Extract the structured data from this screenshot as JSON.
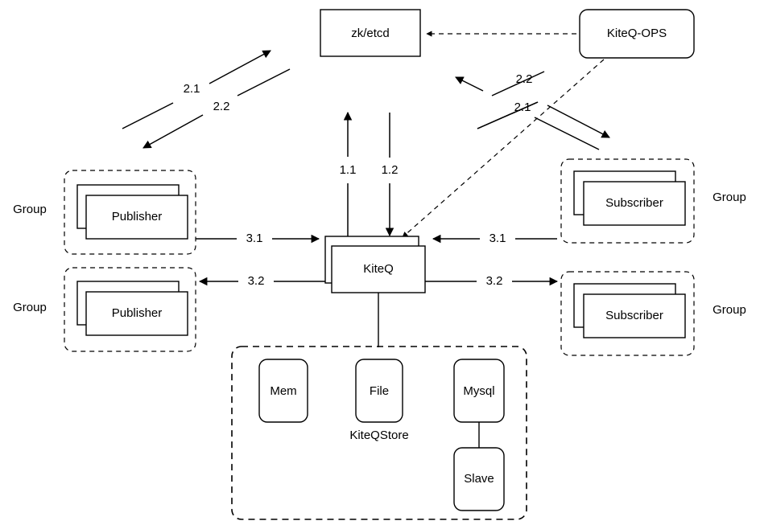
{
  "diagram": {
    "title": "KiteQ architecture diagram",
    "colors": {
      "stroke": "#000000",
      "background": "#ffffff",
      "text": "#000000"
    },
    "nodes": {
      "registry": {
        "label": "zk/etcd",
        "shape": "rectangle"
      },
      "ops": {
        "label": "KiteQ-OPS",
        "shape": "rounded-rectangle"
      },
      "broker": {
        "label": "KiteQ",
        "shape": "stacked-rectangle"
      },
      "publisher_top": {
        "label": "Publisher",
        "shape": "stacked-rectangle"
      },
      "publisher_bottom": {
        "label": "Publisher",
        "shape": "stacked-rectangle"
      },
      "subscriber_top": {
        "label": "Subscriber",
        "shape": "stacked-rectangle"
      },
      "subscriber_bottom": {
        "label": "Subscriber",
        "shape": "stacked-rectangle"
      },
      "store_mem": {
        "label": "Mem",
        "shape": "rounded-rectangle"
      },
      "store_file": {
        "label": "File",
        "shape": "rounded-rectangle"
      },
      "store_mysql": {
        "label": "Mysql",
        "shape": "rounded-rectangle"
      },
      "store_slave": {
        "label": "Slave",
        "shape": "rounded-rectangle"
      }
    },
    "groups": {
      "publisher_top": {
        "label": "Group"
      },
      "publisher_bottom": {
        "label": "Group"
      },
      "subscriber_top": {
        "label": "Group"
      },
      "subscriber_bottom": {
        "label": "Group"
      },
      "store": {
        "label": "KiteQStore"
      }
    },
    "edge_labels": {
      "broker_to_registry": "1.1",
      "registry_to_broker": "1.2",
      "publisher_register_up": "2.1",
      "publisher_register_down": "2.2",
      "subscriber_register_up": "2.2",
      "subscriber_register_down": "2.1",
      "publisher_send_top": "3.1",
      "publisher_recv_bottom": "3.2",
      "subscriber_recv_top": "3.1",
      "subscriber_send_bottom": "3.2"
    }
  }
}
